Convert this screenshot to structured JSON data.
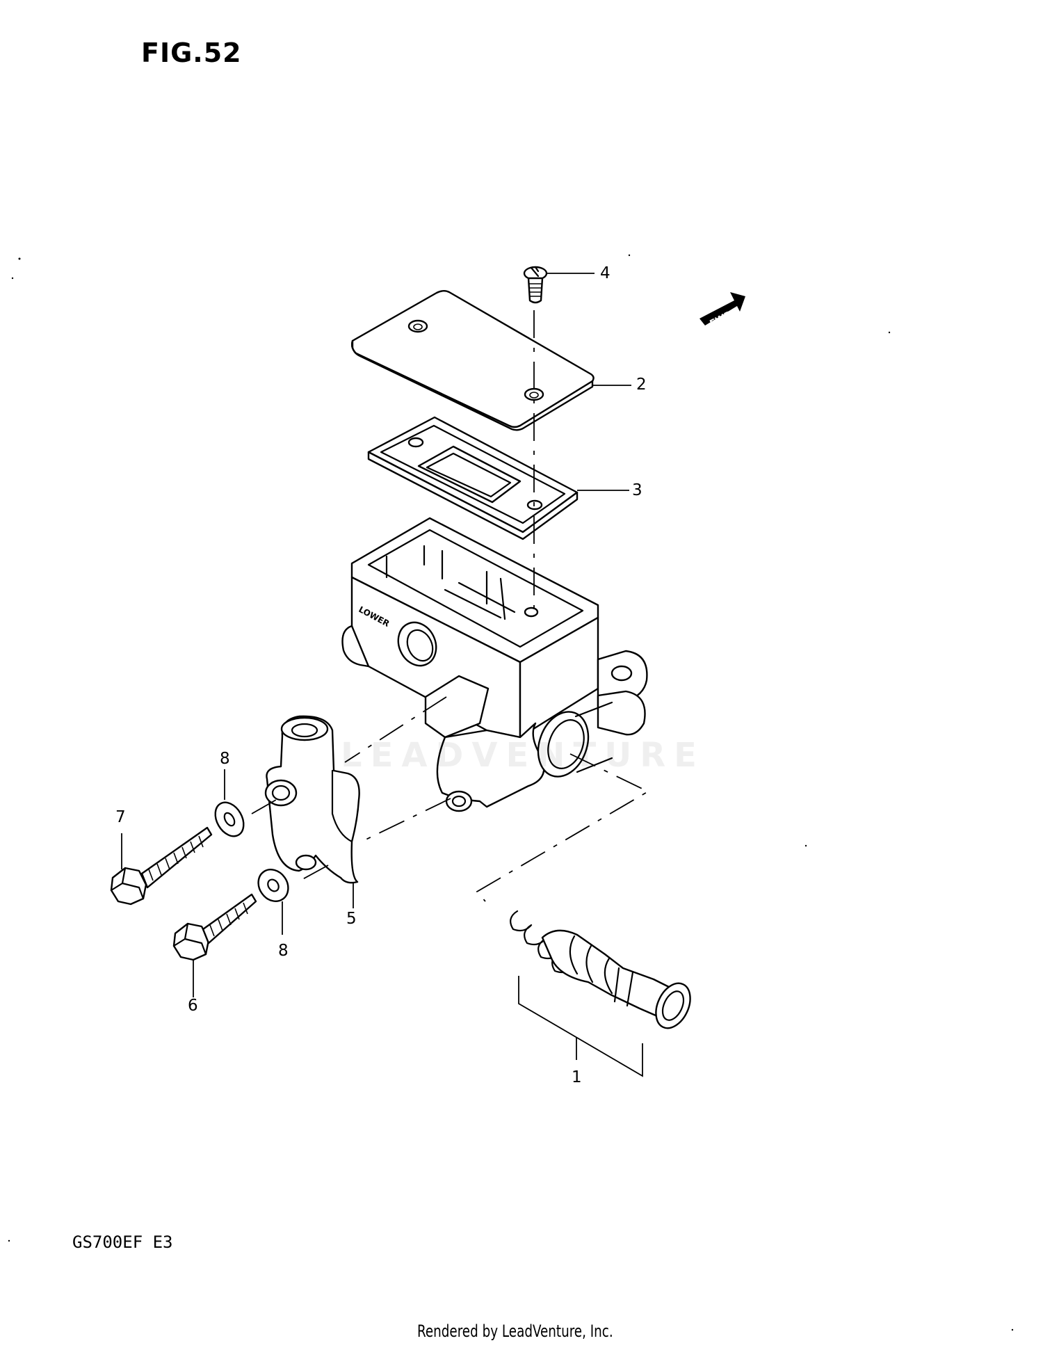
{
  "figure": {
    "title": "FIG.52"
  },
  "model": "GS700EF  E3",
  "footer": {
    "credit": "Rendered by LeadVenture, Inc."
  },
  "watermark": "LEADVENTURE",
  "badge": {
    "label": "FWD"
  },
  "body_marking": "LOWER",
  "callouts": {
    "c1": "1",
    "c2": "2",
    "c3": "3",
    "c4": "4",
    "c5": "5",
    "c6": "6",
    "c7": "7",
    "c8a": "8",
    "c8b": "8"
  }
}
